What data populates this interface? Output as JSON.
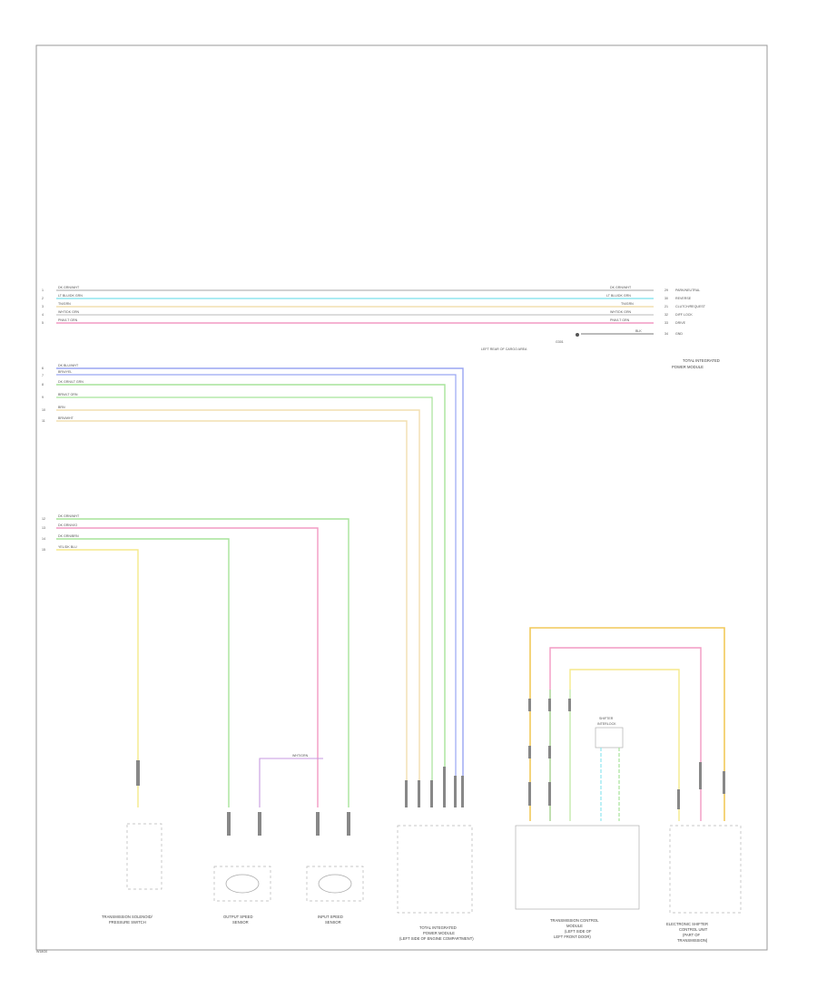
{
  "colors": {
    "black": "#b8b8b8",
    "cyan": "#8fe6ef",
    "tan": "#f2dfb0",
    "yellow": "#f6e98a",
    "pink": "#f29ac3",
    "blue": "#9aa6f2",
    "green": "#a7e39a",
    "olive": "#d6e58a",
    "orange": "#f2c95a",
    "violet": "#c79ae0",
    "ltgreen": "#bfecbf"
  },
  "top_left_labels": [
    "DK GRN/WHT",
    "LT BLU/DK GRN",
    "TN/GRN",
    "WHT/DK GRN",
    "PNK/LT GRN"
  ],
  "top_left_pins": [
    "1",
    "2",
    "3",
    "4",
    "5"
  ],
  "top_right_labels": [
    "DK GRN/WHT",
    "LT BLU/DK GRN",
    "TN/GRN",
    "WHT/DK GRN",
    "PNK/LT GRN",
    "BLK"
  ],
  "top_right_pins": [
    "29",
    "30",
    "21",
    "32",
    "33",
    "34"
  ],
  "top_right_funcs": [
    "PARK/NEUTRAL",
    "REVERSE",
    "CLUTCH/REQUEST",
    "DIFF LOCK",
    "DRIVE",
    "GND"
  ],
  "ground_label": "G301",
  "ground_sub": "LEFT REAR OF CARGO AREA",
  "tipm_caption": [
    "TOTAL INTEGRATED",
    "POWER MODULE"
  ],
  "mid_labels": [
    "DK BLU/WHT",
    "BRN/YEL",
    "DK GRN/LT GRN",
    "BRN/LT GRN",
    "BRN",
    "BRN/WHT"
  ],
  "mid_pins": [
    "6",
    "7",
    "8",
    "9",
    "10",
    "11"
  ],
  "low_labels": [
    "DK GRN/WHT",
    "DK GRN/VIO",
    "DK GRN/BRN",
    "YEL/DK BLU"
  ],
  "low_pins": [
    "12",
    "13",
    "14",
    "15"
  ],
  "splice_label": "WHT/GRN",
  "shifter_label": [
    "SHIFTER",
    "INTERLOCK"
  ],
  "captions": {
    "trans_range": [
      "TRANSMISSION SOLENOID/",
      "PRESSURE SWITCH"
    ],
    "output_speed": [
      "OUTPUT SPEED",
      "SENSOR"
    ],
    "input_speed": [
      "INPUT SPEED",
      "SENSOR"
    ],
    "tipm": [
      "TOTAL INTEGRATED",
      "POWER MODULE",
      "(LEFT SIDE OF ENGINE COMPARTMENT)"
    ],
    "tcm": [
      "TRANSMISSION CONTROL",
      "MODULE",
      "(LEFT SIDE OF",
      "LEFT FRONT DOOR)"
    ],
    "eshifter": [
      "ELECTRONIC SHIFTER",
      "CONTROL UNIT",
      "(PART OF",
      "TRANSMISSION)"
    ]
  },
  "corner_code": "W18G0"
}
